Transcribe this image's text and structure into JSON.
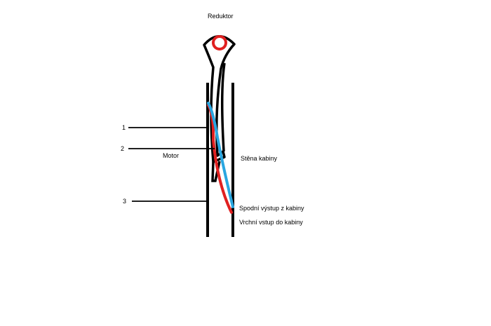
{
  "labels": {
    "reducer": "Reduktor",
    "motor": "Motor",
    "cabin_wall": "Stěna kabiny",
    "lower_exit": "Spodní výstup z kabiny",
    "upper_entry": "Vrchní vstup do kabiny",
    "marker_1": "1",
    "marker_2": "2",
    "marker_3": "3"
  },
  "colors": {
    "background": "#ffffff",
    "line": "#000000",
    "red_wire": "#e02020",
    "blue_wire": "#29a6e0",
    "reducer_ring": "#e02020"
  }
}
